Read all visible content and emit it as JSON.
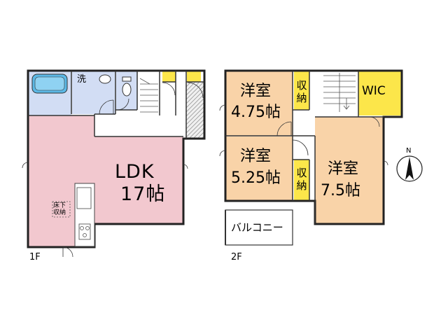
{
  "floor1": {
    "label": "1F",
    "ldk_name": "LDK",
    "ldk_size": "17帖",
    "laundry": "洗",
    "underfloor_line1": "床下",
    "underfloor_line2": "収納"
  },
  "floor2": {
    "label": "2F",
    "room1_name": "洋室",
    "room1_size": "4.75帖",
    "room2_name": "洋室",
    "room2_size": "5.25帖",
    "room3_name": "洋室",
    "room3_size": "7.5帖",
    "closet1_line1": "収",
    "closet1_line2": "納",
    "closet2_line1": "収",
    "closet2_line2": "納",
    "wic": "WIC",
    "balcony": "バルコニー"
  },
  "compass": {
    "label": "N"
  },
  "colors": {
    "ldk": "#f2c8cf",
    "western": "#f9d3a8",
    "wic": "#fce64a",
    "closet": "#fce64a",
    "wet": "#d2ddf4",
    "wall": "#222222"
  }
}
